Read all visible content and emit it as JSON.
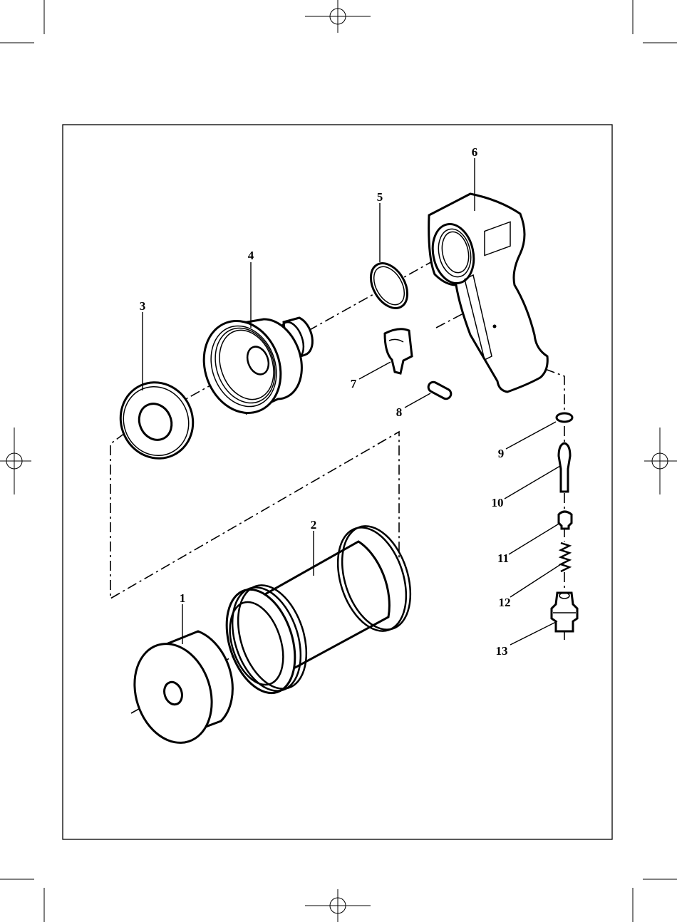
{
  "diagram": {
    "parts": [
      {
        "number": "1"
      },
      {
        "number": "2"
      },
      {
        "number": "3"
      },
      {
        "number": "4"
      },
      {
        "number": "5"
      },
      {
        "number": "6"
      },
      {
        "number": "7"
      },
      {
        "number": "8"
      },
      {
        "number": "9"
      },
      {
        "number": "10"
      },
      {
        "number": "11"
      },
      {
        "number": "12"
      },
      {
        "number": "13"
      }
    ]
  }
}
